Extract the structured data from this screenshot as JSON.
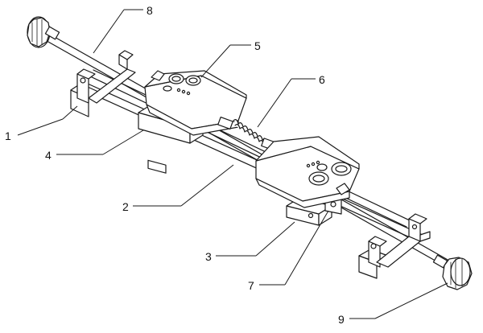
{
  "figure": {
    "callouts": {
      "c1": "1",
      "c2": "2",
      "c3": "3",
      "c4": "4",
      "c5": "5",
      "c6": "6",
      "c7": "7",
      "c8": "8",
      "c9": "9"
    }
  }
}
